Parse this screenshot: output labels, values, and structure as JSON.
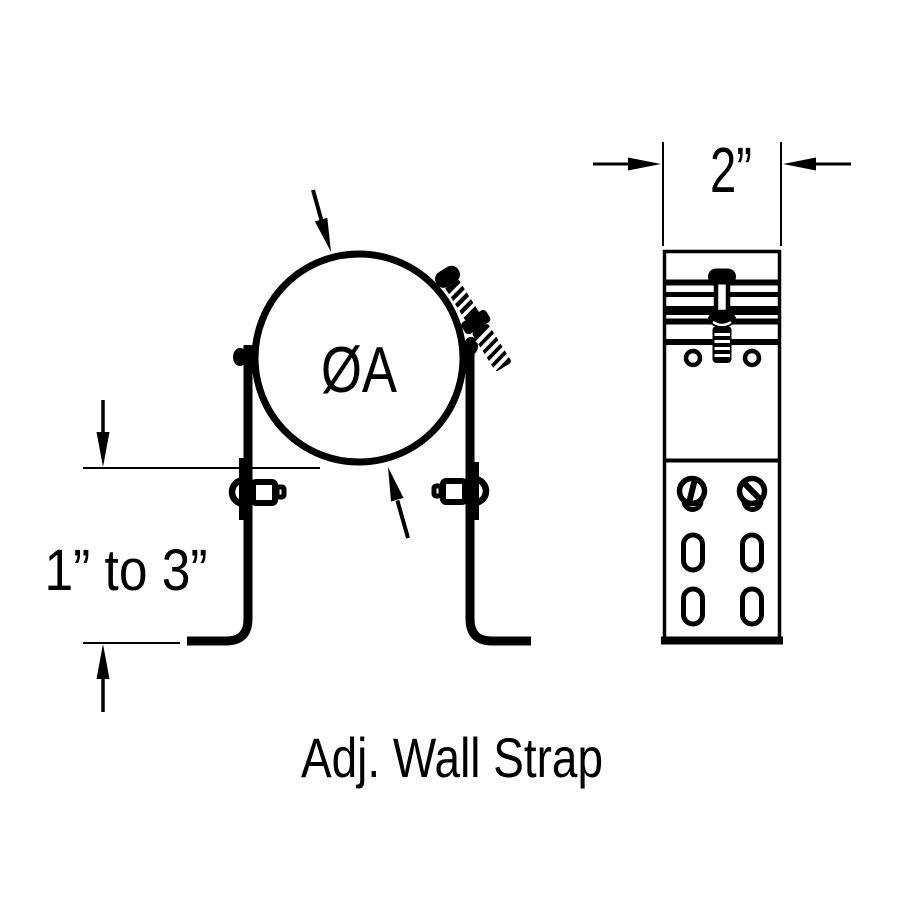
{
  "caption": "Adj. Wall Strap",
  "labels": {
    "pipe_diameter": "ØA",
    "standoff_range": "1” to 3”",
    "strap_width": "2”"
  },
  "colors": {
    "ink": "#000000",
    "background": "#ffffff"
  }
}
